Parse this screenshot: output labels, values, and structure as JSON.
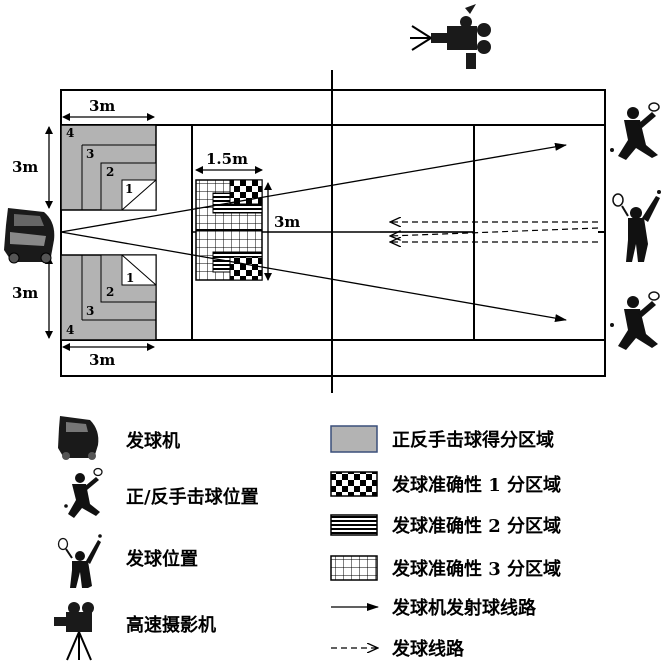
{
  "dimensions": {
    "top_zone_width": "3m",
    "top_zone_height": "3m",
    "bottom_zone_height": "3m",
    "bottom_zone_width": "3m",
    "grid_width": "1.5m",
    "grid_height": "3m"
  },
  "zone_levels": [
    "4",
    "3",
    "2",
    "1"
  ],
  "legend": {
    "machine": "发球机",
    "stroke_position": "正/反手击球位置",
    "serve_position": "发球位置",
    "camera": "高速摄影机",
    "scoring_zone": "正反手击球得分区域",
    "accuracy_1": "发球准确性 1 分区域",
    "accuracy_2": "发球准确性 2 分区域",
    "accuracy_3": "发球准确性 3 分区域",
    "machine_route": "发球机发射球线路",
    "serve_route": "发球线路"
  },
  "colors": {
    "zone_fill": "#b3b3b3",
    "line": "#000000",
    "legend_border": "#3a4f7a"
  }
}
